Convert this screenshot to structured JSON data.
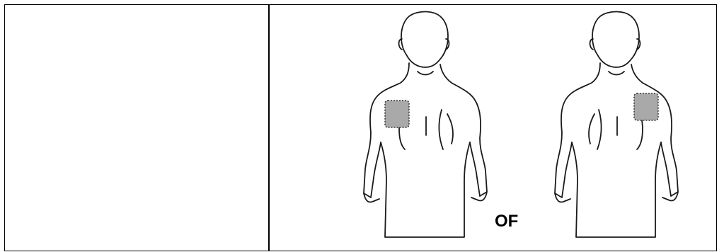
{
  "illustration": {
    "separator_label": "OF",
    "pad_fill_color": "#a9a9a9",
    "outline_color": "#1a1a1a",
    "pad_positions": [
      "left-shoulder-blade",
      "right-shoulder-blade"
    ]
  }
}
